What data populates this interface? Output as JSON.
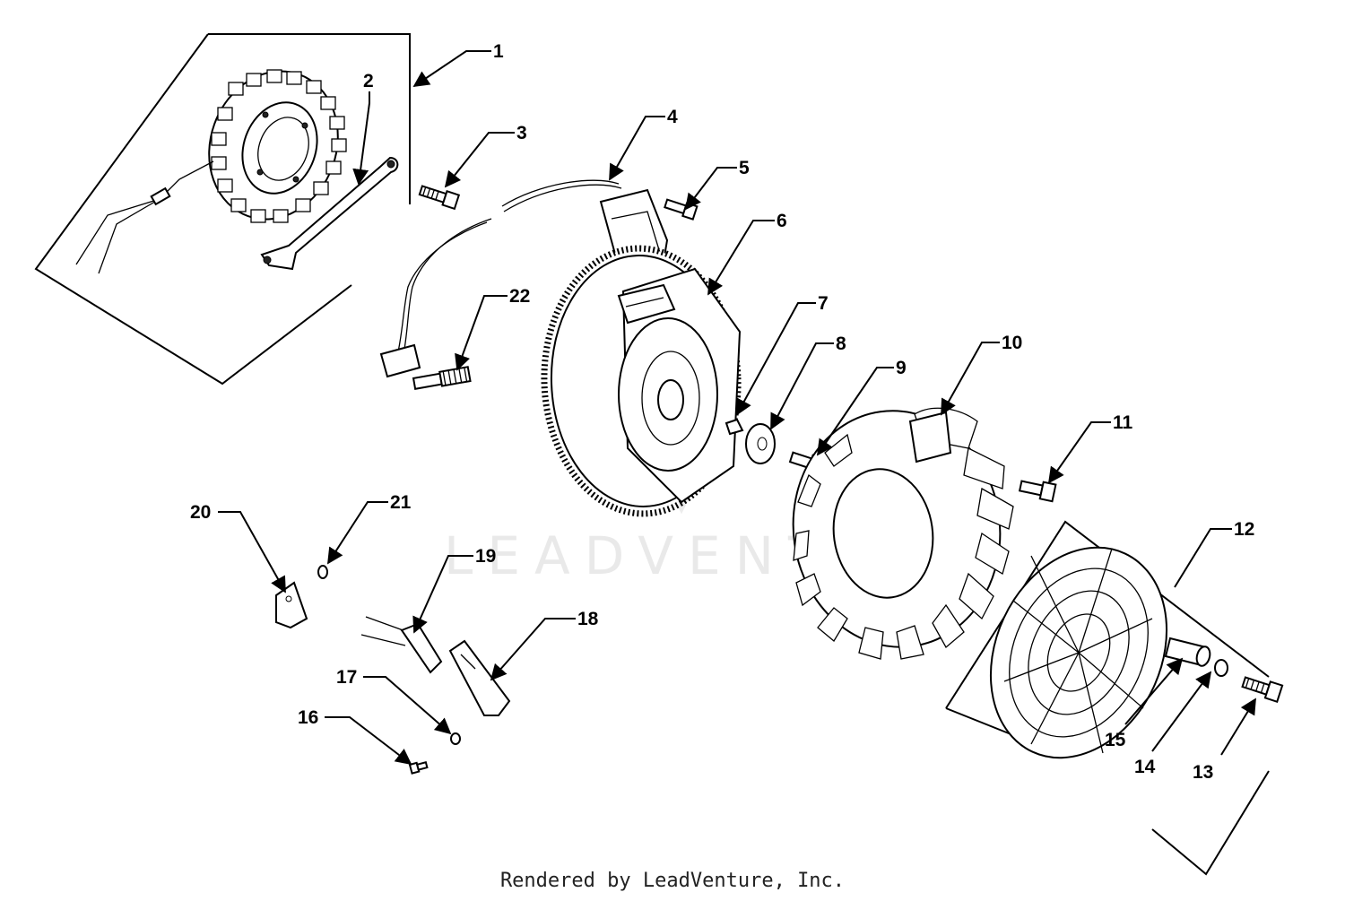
{
  "watermark": "LEADVENTURE",
  "footer": "Rendered by LeadVenture, Inc.",
  "callouts": [
    {
      "id": "1",
      "label": "1"
    },
    {
      "id": "2",
      "label": "2"
    },
    {
      "id": "3",
      "label": "3"
    },
    {
      "id": "4",
      "label": "4"
    },
    {
      "id": "5",
      "label": "5"
    },
    {
      "id": "6",
      "label": "6"
    },
    {
      "id": "7",
      "label": "7"
    },
    {
      "id": "8",
      "label": "8"
    },
    {
      "id": "9",
      "label": "9"
    },
    {
      "id": "10",
      "label": "10"
    },
    {
      "id": "11",
      "label": "11"
    },
    {
      "id": "12",
      "label": "12"
    },
    {
      "id": "13",
      "label": "13"
    },
    {
      "id": "14",
      "label": "14"
    },
    {
      "id": "15",
      "label": "15"
    },
    {
      "id": "16",
      "label": "16"
    },
    {
      "id": "17",
      "label": "17"
    },
    {
      "id": "18",
      "label": "18"
    },
    {
      "id": "19",
      "label": "19"
    },
    {
      "id": "20",
      "label": "20"
    },
    {
      "id": "21",
      "label": "21"
    },
    {
      "id": "22",
      "label": "22"
    }
  ]
}
